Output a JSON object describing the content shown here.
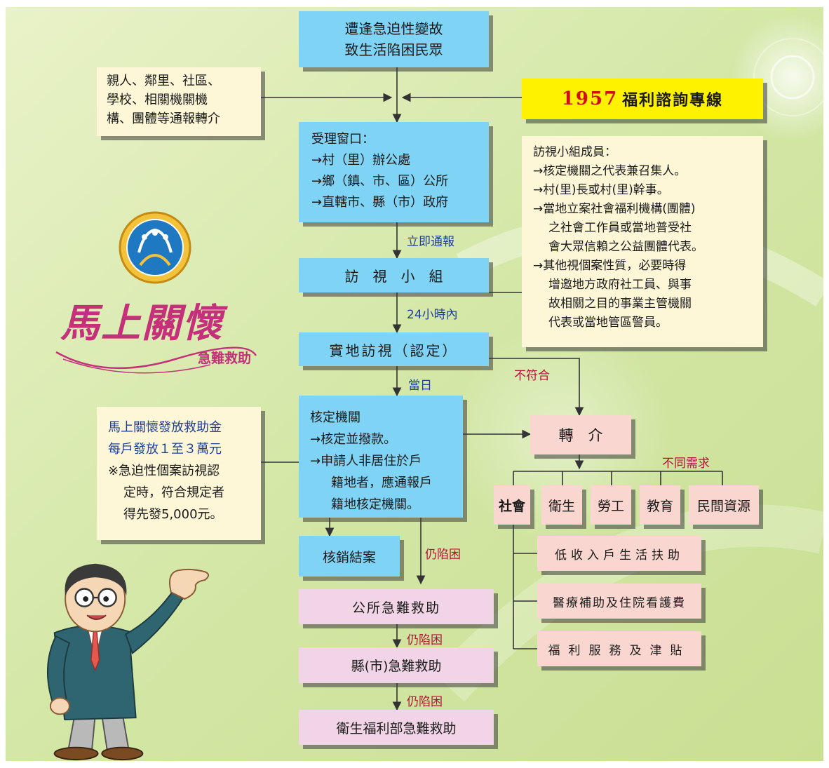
{
  "colors": {
    "blue_box": "#7fd3f5",
    "cream_box": "#fdf7d8",
    "pink_box": "#f9d6d0",
    "mauve_box": "#f1d4e6",
    "hotline_box": "#fff200",
    "label_blue": "#1f3f97",
    "label_red": "#b4123a",
    "background": "#cfe3a5"
  },
  "start": {
    "line1": "遭逢急迫性變故",
    "line2": "致生活陷困民眾"
  },
  "referral_sources": {
    "line1": "親人、鄰里、社區、",
    "line2": "學校、相關機關機",
    "line3": "構、團體等通報轉介"
  },
  "hotline": {
    "number": "1957",
    "text": "福利諮詢專線"
  },
  "intake": {
    "title": "受理窗口：",
    "item1": "→村（里）辦公處",
    "item2": "→鄉（鎮、市、區）公所",
    "item3": "→直轄市、縣（市）政府"
  },
  "visit_team_members": {
    "title": "訪視小組成員：",
    "line1": "→核定機關之代表兼召集人。",
    "line2": "→村(里)長或村(里)幹事。",
    "line3": "→當地立案社會福利機構(團體)",
    "line4": "之社會工作員或當地普受社",
    "line5": "會大眾信賴之公益團體代表。",
    "line6": "→其他視個案性質，必要時得",
    "line7": "增邀地方政府社工員、與事",
    "line8": "故相關之目的事業主管機關",
    "line9": "代表或當地管區警員。"
  },
  "label_immediate": "立即通報",
  "visit_team": "訪　視　小　組",
  "label_24h": "24小時內",
  "onsite_visit": "實地訪視（認定）",
  "label_not_eligible": "不符合",
  "label_same_day": "當日",
  "approving_agency": {
    "title": "核定機關",
    "line1": "→核定並撥款。",
    "line2": "→申請人非居住於戶",
    "line3": "籍地者，應通報戶",
    "line4": "籍地核定機關。"
  },
  "relief_amount": {
    "line1": "馬上關懷發放救助金",
    "line2": "每戶發放１至３萬元",
    "line3": "※急迫性個案訪視認",
    "line4": "定時，符合規定者",
    "line5": "得先發5,000元。"
  },
  "referral": "轉　介",
  "label_different_needs": "不同需求",
  "categories": [
    "社會",
    "衛生",
    "勞工",
    "教育",
    "民間資源"
  ],
  "social_services": [
    "低收入戶生活扶助",
    "醫療補助及住院看護費",
    "福利服務及津貼"
  ],
  "close_case": "核銷結案",
  "label_still_difficult": "仍陷困",
  "township_relief": "公所急難救助",
  "county_relief": "縣(市)急難救助",
  "mohw_relief": "衛生福利部急難救助",
  "logo": {
    "title": "馬上關懷",
    "subtitle": "急難救助"
  }
}
